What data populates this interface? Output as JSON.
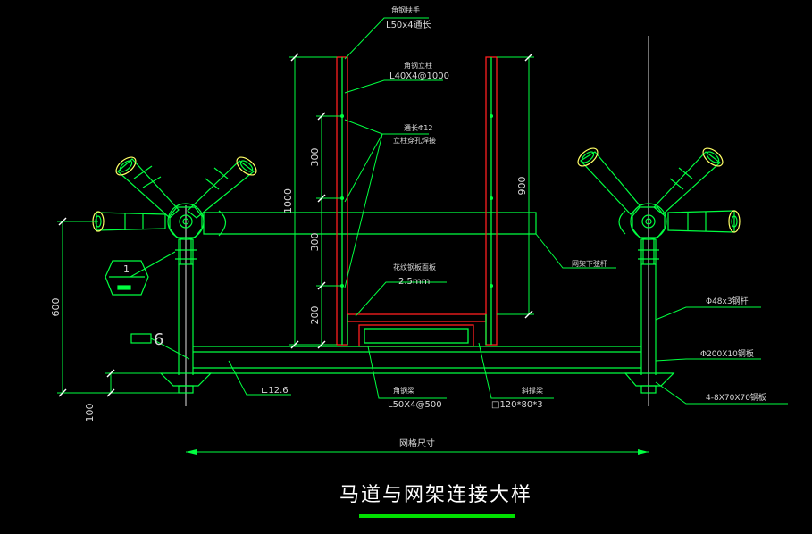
{
  "colors": {
    "background": "#000000",
    "line": "#00ff40",
    "red": "#ff2020",
    "white": "#ffffff",
    "text": "#d8d8d8",
    "underline": "#00e000"
  },
  "labels": {
    "handrail_title": "角钢扶手",
    "handrail_spec": "L50x4通长",
    "post_title": "角钢立柱",
    "post_spec": "L40X4@1000",
    "rebar_title": "通长Φ12",
    "rebar_note": "立柱穿孔焊接",
    "plate_title": "花纹钢板面板",
    "plate_spec": "2.5mm",
    "grid_chord": "网架下弦杆",
    "pipe_48": "Φ48x3钢杆",
    "pipe_200": "Φ200X10钢板",
    "bolt_plate": "4-8X70X70钢板",
    "channel": "⊏12.6",
    "angle_bottom_title": "角钢梁",
    "angle_bottom_spec": "L50X4@500",
    "tube_title": "斜撑梁",
    "tube_spec": "□120*80*3",
    "section_tag": "6",
    "grid_size": "网格尺寸"
  },
  "dimensions": {
    "h1000": "1000",
    "h300a": "300",
    "h300b": "300",
    "h200": "200",
    "h900": "900",
    "h600": "600",
    "h100": "100"
  },
  "detail_mark": {
    "top": "1",
    "bottom": "—"
  },
  "title": {
    "text": "马道与网架连接大样"
  }
}
